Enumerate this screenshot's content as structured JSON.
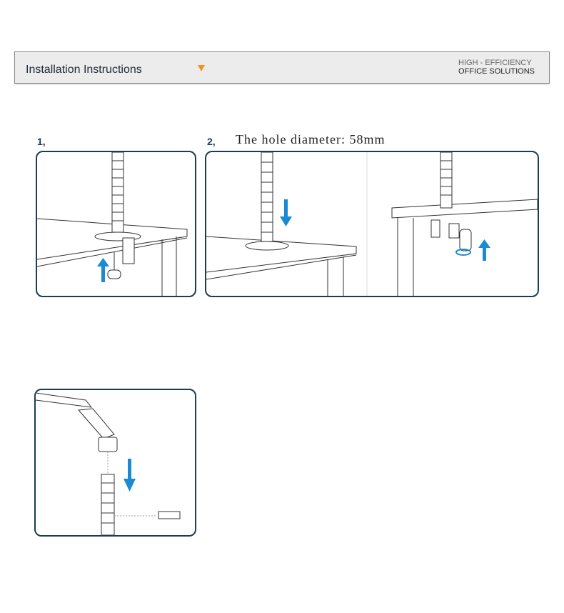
{
  "header": {
    "title": "Installation Instructions",
    "tagline_line1": "HIGH - EFFICIENCY",
    "tagline_line2": "OFFICE SOLUTIONS",
    "accent": "#f0921c"
  },
  "steps": [
    {
      "number": "1,"
    },
    {
      "number": "2,",
      "caption": "The hole diameter: 58mm"
    }
  ],
  "colors": {
    "panel_border": "#1c3d55",
    "arrow": "#1a8ad4"
  }
}
